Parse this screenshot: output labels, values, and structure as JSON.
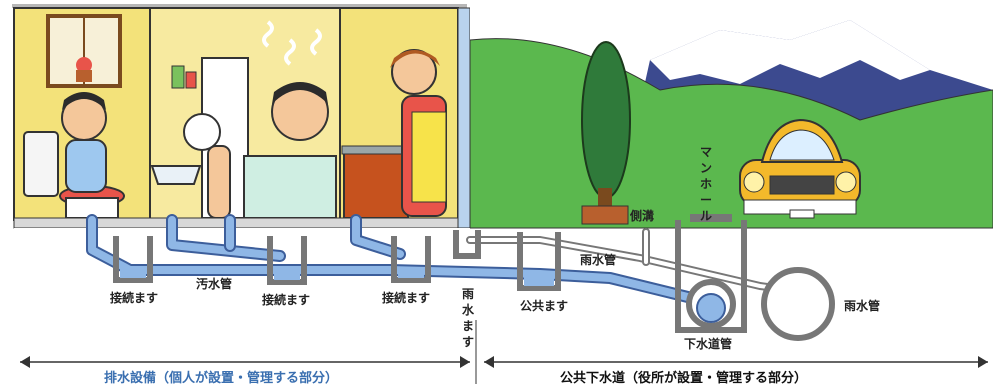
{
  "labels": {
    "connection_box_1": "接続ます",
    "sewage_pipe": "汚水管",
    "connection_box_2": "接続ます",
    "connection_box_3": "接続ます",
    "rain_box_vertical": [
      "雨",
      "水",
      "ま",
      "す"
    ],
    "public_box": "公共ます",
    "rain_pipe_upper": "雨水管",
    "side_ditch": "側溝",
    "manhole_vertical": [
      "マ",
      "ン",
      "ホ",
      "ー",
      "ル"
    ],
    "rain_pipe_right": "雨水管",
    "sewer_main": "下水道管"
  },
  "footer": {
    "left_range": "排水設備（個人が設置・管理する部分）",
    "right_range": "公共下水道（役所が設置・管理する部分）"
  },
  "colors": {
    "wall_yellow": "#f3e27a",
    "bath_yellow": "#f7eaa0",
    "hill_green": "#5bb84e",
    "pipe_blue": "#8fb7e6",
    "pipe_outline": "#3c5e9b",
    "label_blue": "#3a6fb0"
  }
}
